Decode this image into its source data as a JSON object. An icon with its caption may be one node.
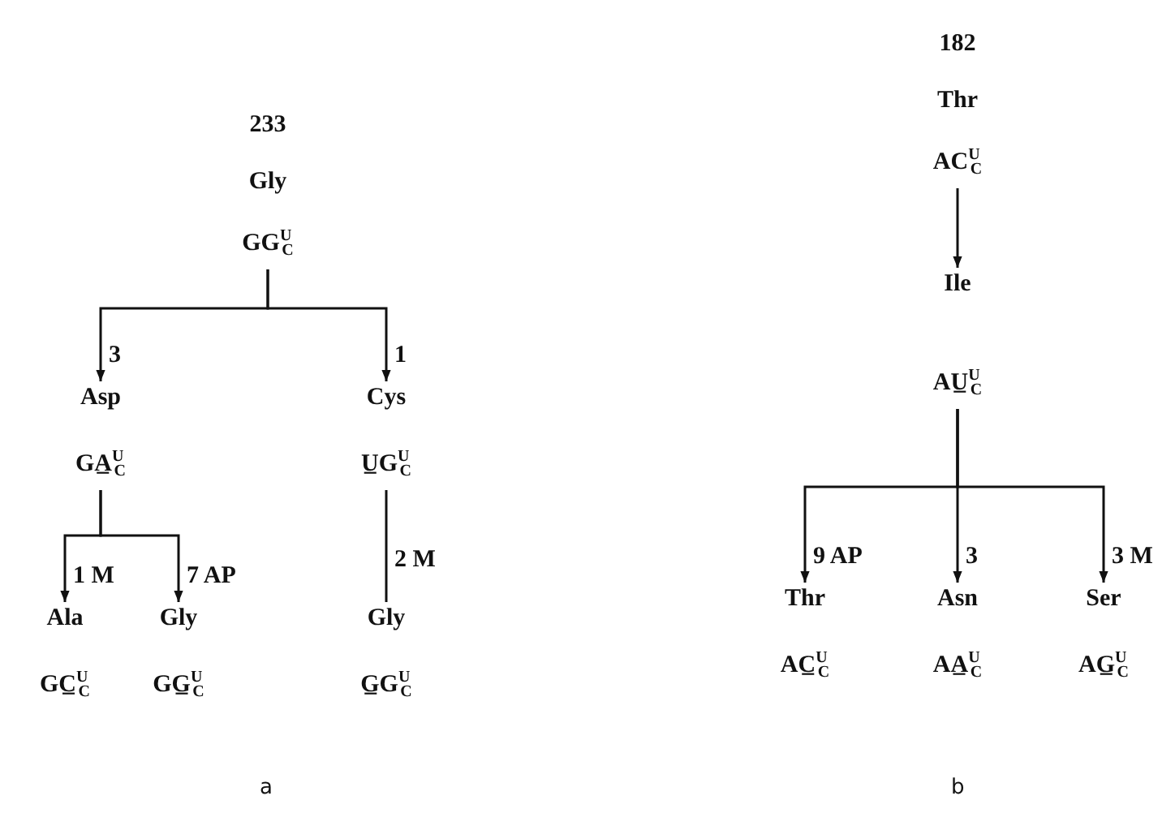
{
  "diagram": {
    "nodes": [
      {
        "text": [
          "233",
          "Gly",
          "GG$^{U}$$_{C}$"
        ]
      },
      {
        "text": [
          "Asp",
          "GA̲$^{U}$$_{C}$"
        ]
      },
      {
        "text": [
          "Cys",
          "U̲G$^{U}$$_{C}$"
        ]
      },
      {
        "text": [
          "Ala",
          "GC̲$^{U}$$_{C}$"
        ]
      },
      {
        "text": [
          "Gly",
          "GG̲$^{U}$$_{C}$"
        ]
      },
      {
        "text": [
          "Gly",
          "G̲G$^{U}$$_{C}$"
        ]
      },
      {
        "text": [
          "182",
          "Thr",
          "AC$^{U}$$_{C}$"
        ]
      },
      {
        "text": [
          "Ile",
          "AU̲$^{U}$$_{C}$"
        ]
      },
      {
        "text": [
          "Thr",
          "AC̲$^{U}$$_{C}$"
        ]
      },
      {
        "text": [
          "Asn",
          "AA̲$^{U}$$_{C}$"
        ]
      },
      {
        "text": [
          "Ser",
          "AG̲$^{U}$$_{C}$"
        ]
      }
    ],
    "edges": [
      {
        "from": 0,
        "to": 1,
        "arrow": "to",
        "label": "3"
      },
      {
        "from": 0,
        "to": 2,
        "arrow": "to",
        "label": "1"
      },
      {
        "from": 1,
        "to": 3,
        "arrow": "to",
        "label": "1 M"
      },
      {
        "from": 1,
        "to": 4,
        "arrow": "to",
        "label": "7 AP"
      },
      {
        "from": 2,
        "to": 5,
        "arrow": "none",
        "label": "2 M"
      },
      {
        "from": 6,
        "to": 7,
        "arrow": "to"
      },
      {
        "from": 7,
        "to": 8,
        "arrow": "to",
        "label": "9 AP"
      },
      {
        "from": 7,
        "to": 9,
        "arrow": "to",
        "label": "3"
      },
      {
        "from": 7,
        "to": 10,
        "arrow": "to",
        "label": "3 M"
      }
    ],
    "labels": [
      "a",
      "b"
    ]
  }
}
